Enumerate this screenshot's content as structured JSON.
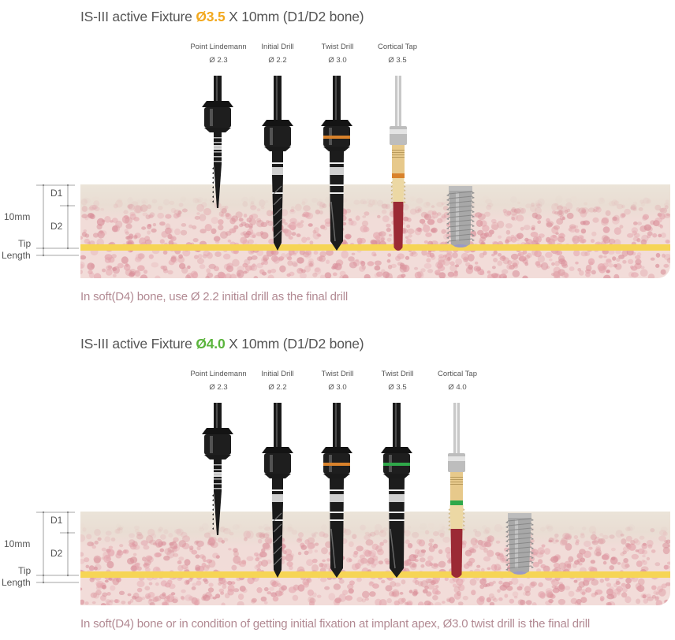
{
  "colors": {
    "accent_35": "#f2a81d",
    "accent_40": "#5ab43c",
    "note_text": "#b28a93",
    "tip_line": "#f6d555",
    "bone_cortical": "#ebe3d8",
    "bone_cancellous": "#e8b9bb"
  },
  "dimension_legend": {
    "total": "10mm",
    "d1": "D1",
    "d2": "D2",
    "tip": "Tip",
    "length": "Length"
  },
  "sections": [
    {
      "title_prefix": "IS-III active Fixture ",
      "title_diameter": "Ø3.5",
      "title_suffix": " X 10mm (D1/D2 bone)",
      "tools": [
        {
          "name": "Point Lindemann",
          "diameter": "Ø 2.3",
          "icon": "lindemann-drill"
        },
        {
          "name": "Initial Drill",
          "diameter": "Ø 2.2",
          "icon": "initial-drill"
        },
        {
          "name": "Twist Drill",
          "diameter": "Ø 3.0",
          "icon": "twist-drill",
          "band_color": "#d9822b"
        },
        {
          "name": "Cortical Tap",
          "diameter": "Ø 3.5",
          "icon": "cortical-tap",
          "band_color": "#d9822b"
        }
      ],
      "implant": "fixture-implant",
      "note": "In soft(D4) bone, use Ø 2.2 initial drill as the final drill"
    },
    {
      "title_prefix": "IS-III active Fixture ",
      "title_diameter": "Ø4.0",
      "title_suffix": " X 10mm (D1/D2 bone)",
      "tools": [
        {
          "name": "Point Lindemann",
          "diameter": "Ø 2.3",
          "icon": "lindemann-drill"
        },
        {
          "name": "Initial Drill",
          "diameter": "Ø 2.2",
          "icon": "initial-drill"
        },
        {
          "name": "Twist Drill",
          "diameter": "Ø 3.0",
          "icon": "twist-drill",
          "band_color": "#d9822b"
        },
        {
          "name": "Twist Drill",
          "diameter": "Ø 3.5",
          "icon": "twist-drill",
          "band_color": "#2fa84a"
        },
        {
          "name": "Cortical Tap",
          "diameter": "Ø 4.0",
          "icon": "cortical-tap",
          "band_color": "#2fa84a"
        }
      ],
      "implant": "fixture-implant",
      "note": "In soft(D4) bone or in condition of getting initial fixation at implant apex, Ø3.0 twist drill is the final drill"
    }
  ]
}
